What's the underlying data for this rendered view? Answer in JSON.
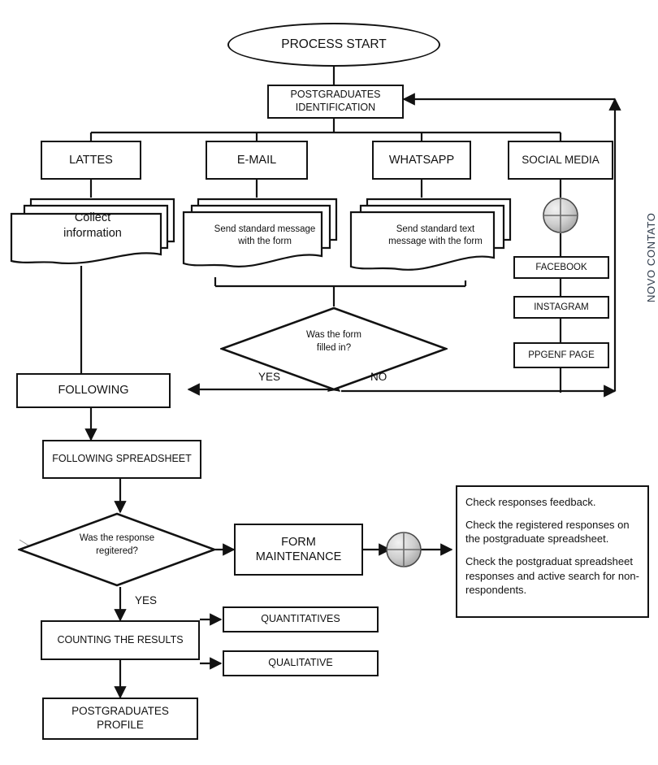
{
  "diagram": {
    "title": "Postgraduate contact and response tracking flowchart",
    "vertical_label": "NOVO CONTATO",
    "colors": {
      "stroke": "#121212",
      "text": "#111111",
      "vertical_label": "#2e3a4a",
      "junction_fill": "#c9c9c9",
      "background": "#ffffff"
    }
  },
  "nodes": {
    "start": {
      "label": "PROCESS START"
    },
    "identification": {
      "line1": "POSTGRADUATES",
      "line2": "IDENTIFICATION"
    },
    "channels": [
      {
        "id": "lattes",
        "label": "LATTES"
      },
      {
        "id": "email",
        "label": "E-MAIL"
      },
      {
        "id": "whatsapp",
        "label": "WHATSAPP"
      },
      {
        "id": "social_media",
        "label": "SOCIAL MEDIA"
      }
    ],
    "documents": [
      {
        "id": "collect",
        "line1": "Collect",
        "line2": "information"
      },
      {
        "id": "email_msg",
        "line1": "Send standard message",
        "line2": "with the form"
      },
      {
        "id": "whatsapp_msg",
        "line1": "Send standard text",
        "line2": "message with the form"
      }
    ],
    "social_chain": [
      {
        "id": "facebook",
        "label": "FACEBOOK"
      },
      {
        "id": "instagram",
        "label": "INSTAGRAM"
      },
      {
        "id": "ppgenf",
        "label": "PPGENF PAGE"
      }
    ],
    "decision_form": {
      "line1": "Was the form",
      "line2": "filled in?"
    },
    "decision_form_yes": "YES",
    "decision_form_no": "NO",
    "following": {
      "label": "FOLLOWING"
    },
    "following_spreadsheet": {
      "label": "FOLLOWING SPREADSHEET"
    },
    "decision_response": {
      "line1": "Was the response",
      "line2": "regitered?"
    },
    "decision_response_yes": "YES",
    "form_maintenance": {
      "line1": "FORM",
      "line2": "MAINTENANCE"
    },
    "counting": {
      "label": "COUNTING THE RESULTS"
    },
    "quantitatives": {
      "label": "QUANTITATIVES"
    },
    "qualitative": {
      "label": "QUALITATIVE"
    },
    "profile": {
      "line1": "POSTGRADUATES",
      "line2": "PROFILE"
    }
  },
  "notes": {
    "line1": "Check responses feedback.",
    "line2": "Check the registered responses on the postgraduate spreadsheet.",
    "line3": "Check the postgraduat spreadsheet responses and active search for non-respondents."
  }
}
